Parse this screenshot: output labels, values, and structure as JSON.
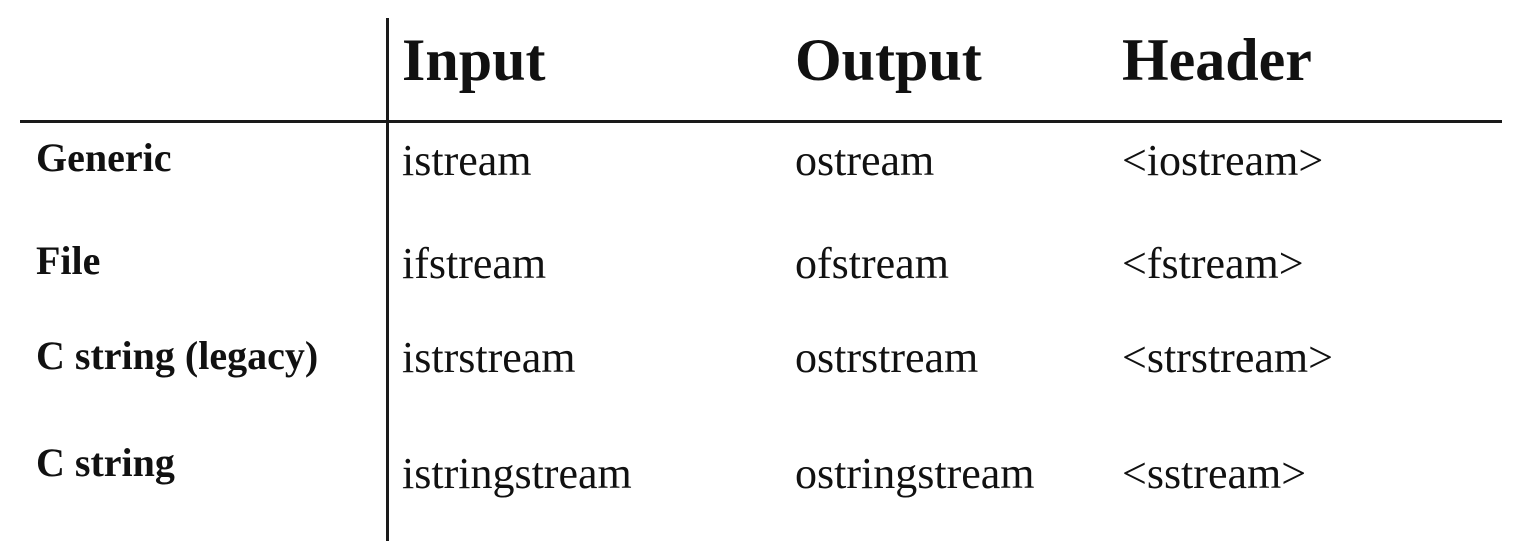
{
  "table": {
    "column_headers": [
      "Input",
      "Output",
      "Header"
    ],
    "rows": [
      {
        "label": "Generic",
        "input": "istream",
        "output": "ostream",
        "header": "<iostream>"
      },
      {
        "label": "File",
        "input": "ifstream",
        "output": "ofstream",
        "header": "<fstream>"
      },
      {
        "label": "C string (legacy)",
        "input": "istrstream",
        "output": "ostrstream",
        "header": "<strstream>"
      },
      {
        "label": "C string",
        "input": "istringstream",
        "output": "ostringstream",
        "header": "<sstream>"
      }
    ]
  }
}
